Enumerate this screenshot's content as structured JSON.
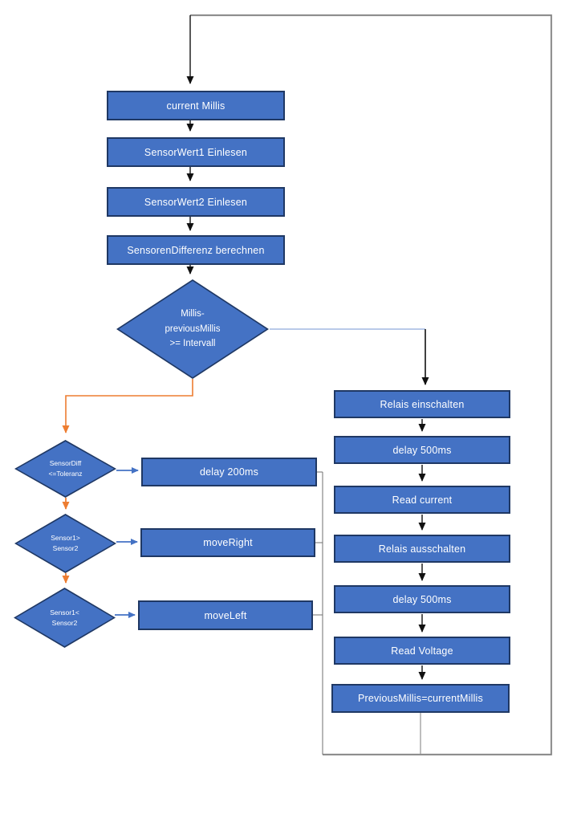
{
  "diagram_type": "flowchart",
  "colors": {
    "node_fill": "#4472C4",
    "node_border": "#1F3864",
    "node_text": "#FFFFFF",
    "arrow_black": "#111111",
    "arrow_orange": "#ED7D31",
    "arrow_blue": "#4472C4",
    "connector_light_blue": "#8FAADC",
    "rail_gray_light": "#ADADAD",
    "rail_gray_dark": "#6F6F6F"
  },
  "flowchart": {
    "nodes": {
      "current_millis": "current Millis",
      "sensorwert1": "SensorWert1 Einlesen",
      "sensorwert2": "SensorWert2 Einlesen",
      "sensordifferenz": "SensorenDifferenz berechnen",
      "delay200": "delay 200ms",
      "move_right": "moveRight",
      "move_left": "moveLeft",
      "relais_ein": "Relais einschalten",
      "delay500a": "delay 500ms",
      "read_current": "Read current",
      "relais_aus": "Relais ausschalten",
      "delay500b": "delay 500ms",
      "read_voltage": "Read Voltage",
      "previous_millis": "PreviousMillis=currentMillis"
    },
    "decisions": {
      "interval": {
        "line1": "Millis-",
        "line2": "previousMillis",
        "line3": ">= Intervall"
      },
      "tolerance": {
        "line1": "SensorDiff",
        "line2": "<=Toleranz"
      },
      "greater": {
        "line1": "Sensor1>",
        "line2": "Sensor2"
      },
      "less": {
        "line1": "Sensor1<",
        "line2": "Sensor2"
      }
    }
  }
}
